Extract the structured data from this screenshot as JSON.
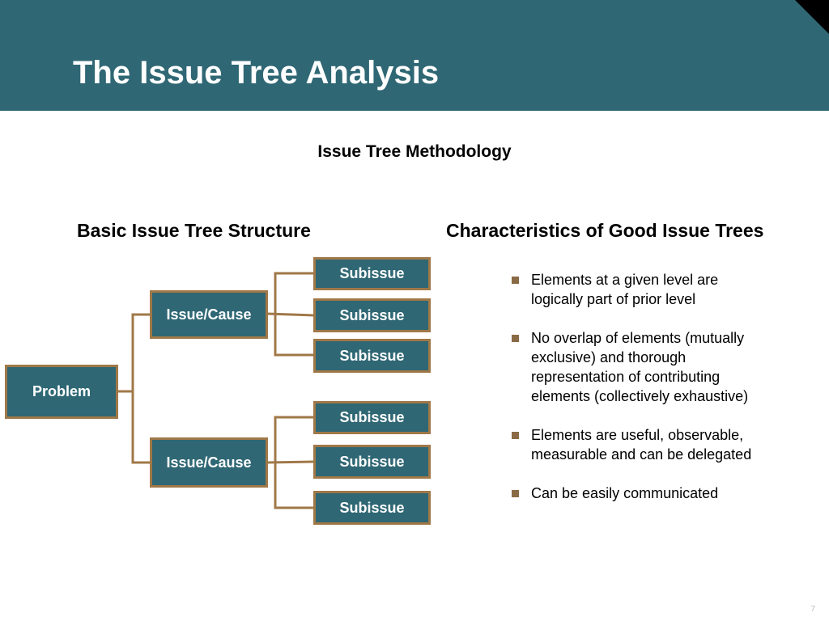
{
  "header": {
    "title": "The Issue Tree Analysis"
  },
  "subtitle": "Issue Tree Methodology",
  "left_column": {
    "heading": "Basic Issue Tree Structure",
    "problem": "Problem",
    "issues": [
      {
        "label": "Issue/Cause",
        "subissues": [
          "Subissue",
          "Subissue",
          "Subissue"
        ]
      },
      {
        "label": "Issue/Cause",
        "subissues": [
          "Subissue",
          "Subissue",
          "Subissue"
        ]
      }
    ]
  },
  "right_column": {
    "heading": "Characteristics of Good Issue Trees",
    "bullets": [
      "Elements at a given level are logically part of prior level",
      "No overlap of elements (mutually exclusive) and thorough representation of contributing elements (collectively exhaustive)",
      "Elements are useful, observable, measurable and can be delegated",
      "Can be easily communicated"
    ]
  },
  "colors": {
    "header_bg": "#2f6774",
    "node_fill": "#2f6774",
    "connector": "#a07848",
    "bullet": "#8a6a45"
  },
  "page_number": "7"
}
